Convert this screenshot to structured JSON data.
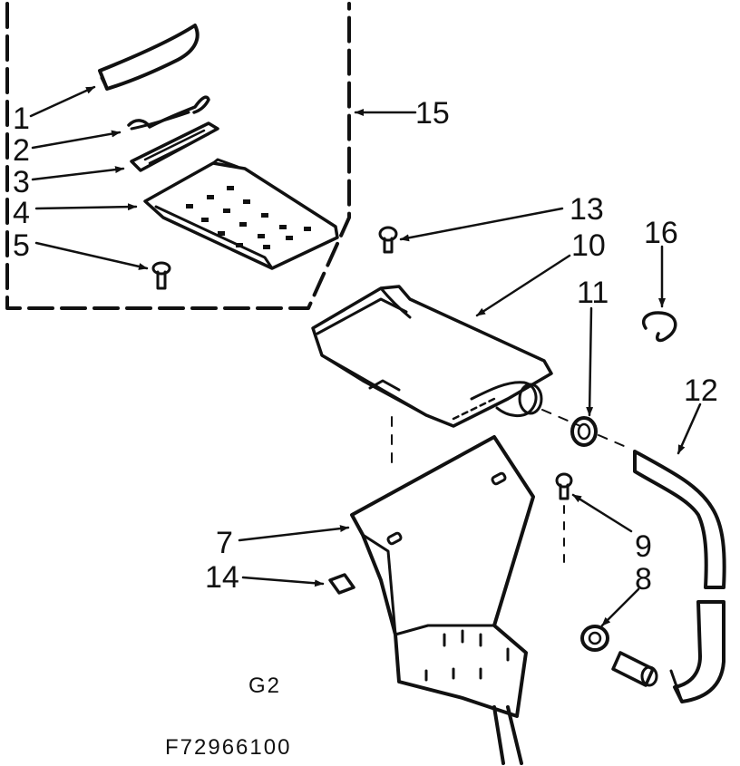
{
  "figure_code": "G2",
  "drawing_number": "F72966100",
  "callouts": [
    {
      "id": "c1",
      "label": "1"
    },
    {
      "id": "c2",
      "label": "2"
    },
    {
      "id": "c3",
      "label": "3"
    },
    {
      "id": "c4",
      "label": "4"
    },
    {
      "id": "c5",
      "label": "5"
    },
    {
      "id": "c7",
      "label": "7"
    },
    {
      "id": "c8",
      "label": "8"
    },
    {
      "id": "c9",
      "label": "9"
    },
    {
      "id": "c10",
      "label": "10"
    },
    {
      "id": "c11",
      "label": "11"
    },
    {
      "id": "c12",
      "label": "12"
    },
    {
      "id": "c13",
      "label": "13"
    },
    {
      "id": "c14",
      "label": "14"
    },
    {
      "id": "c15",
      "label": "15"
    },
    {
      "id": "c16",
      "label": "16"
    }
  ]
}
